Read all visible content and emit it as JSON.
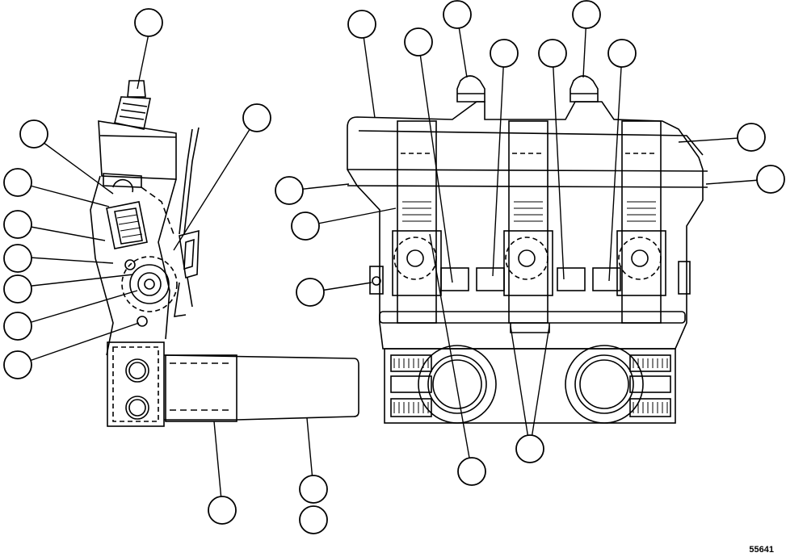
{
  "figure": {
    "figure_number": "55641",
    "line_color": "#000000",
    "background": "#ffffff",
    "callouts": [
      "callout-1",
      "callout-2",
      "callout-3",
      "callout-4",
      "callout-5",
      "callout-6",
      "callout-7",
      "callout-8",
      "callout-9",
      "callout-10",
      "callout-11",
      "callout-12",
      "callout-13",
      "callout-14",
      "callout-15",
      "callout-16",
      "callout-17",
      "callout-18",
      "callout-19",
      "callout-20",
      "callout-21",
      "callout-22",
      "callout-23",
      "callout-24",
      "callout-25"
    ]
  }
}
